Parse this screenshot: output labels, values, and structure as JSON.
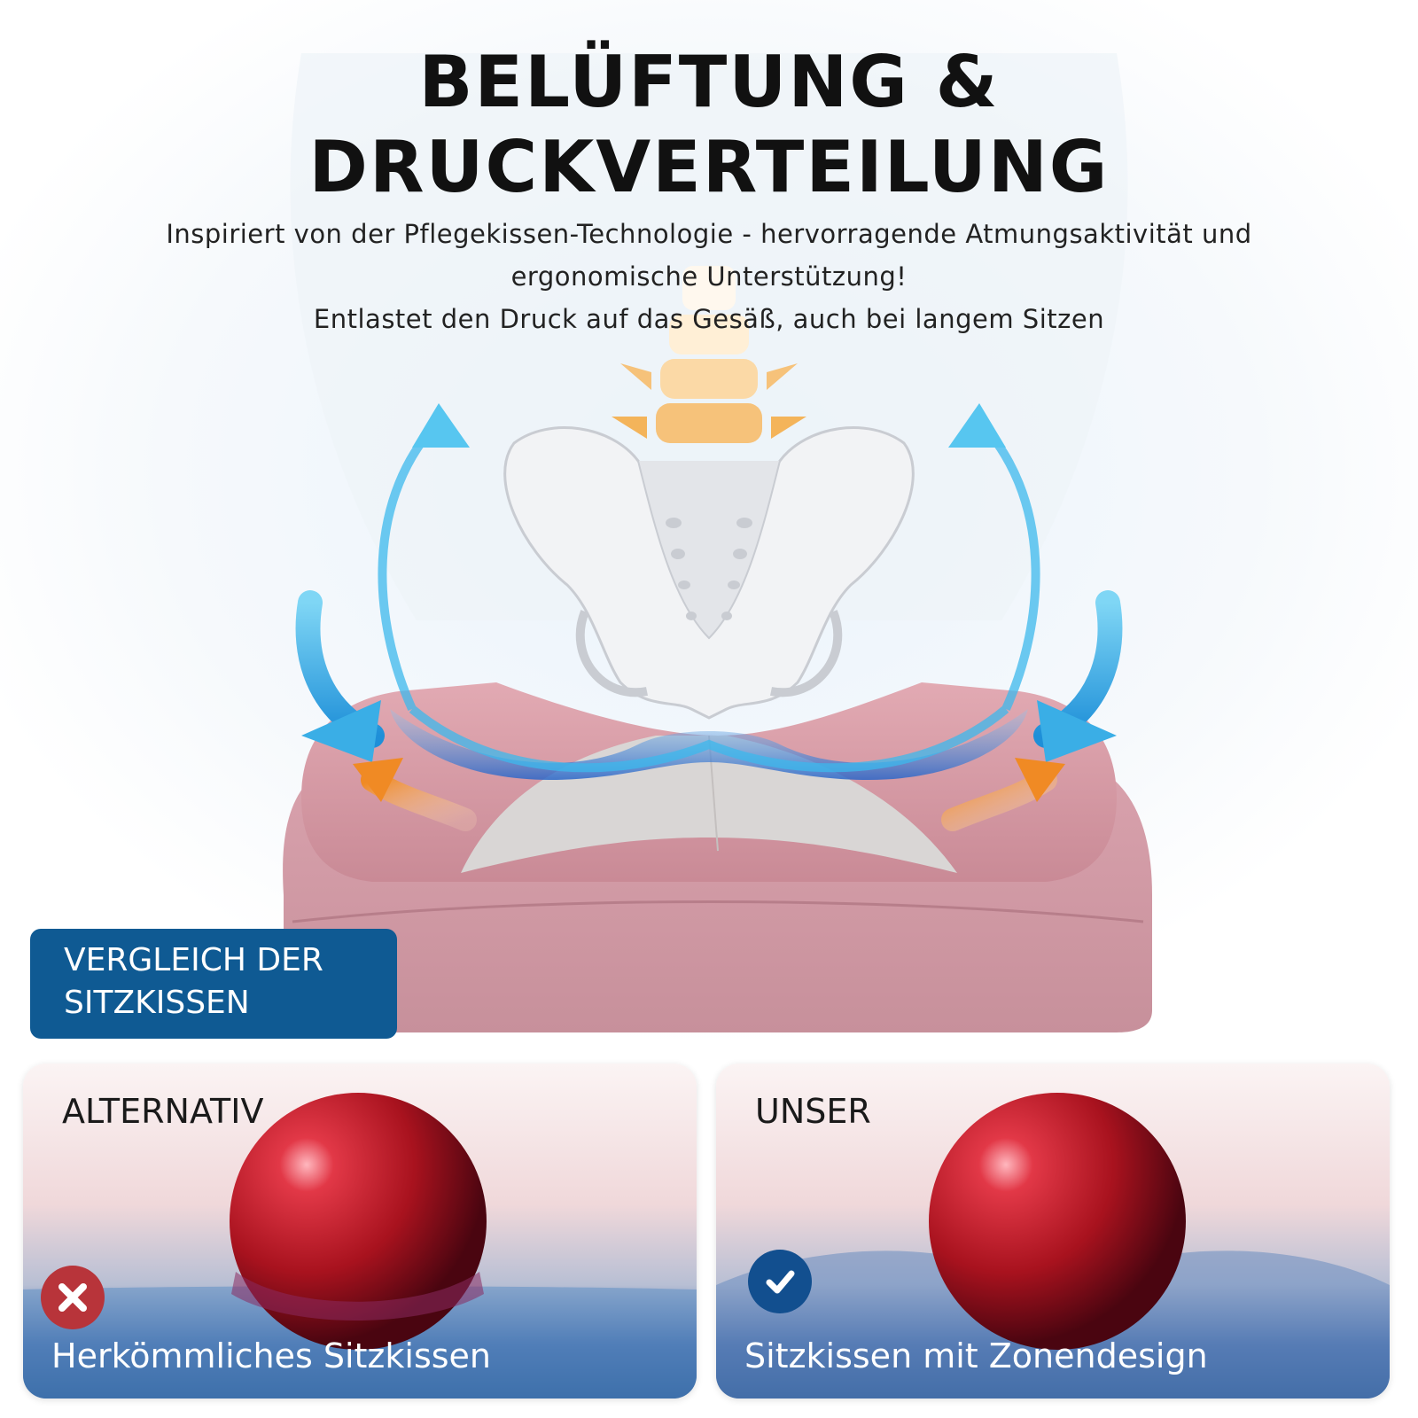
{
  "header": {
    "title_lines": [
      "BELÜFTUNG &",
      "DRUCKVERTEILUNG"
    ],
    "subtitle_lines": [
      "Inspiriert von der Pflegekissen-Technologie - hervorragende Atmungsaktivität und",
      "ergonomische Unterstützung!",
      "Entlastet den Druck auf das Gesäß, auch bei langem Sitzen"
    ]
  },
  "comparison": {
    "badge_lines": [
      "VERGLEICH DER",
      "SITZKISSEN"
    ],
    "left": {
      "label": "ALTERNATIV",
      "caption": "Herkömmliches Sitzkissen",
      "status_icon": "cross-icon"
    },
    "right": {
      "label": "UNSER",
      "caption": "Sitzkissen mit Zonendesign",
      "status_icon": "check-icon"
    }
  },
  "colors": {
    "badge_blue": "#0f5a93",
    "cross_red": "#b8343a",
    "check_blue": "#124f8f",
    "cushion_pink": "#d49aa5",
    "airflow_blue": "#3cb8ec",
    "airflow_orange": "#f08a24"
  }
}
